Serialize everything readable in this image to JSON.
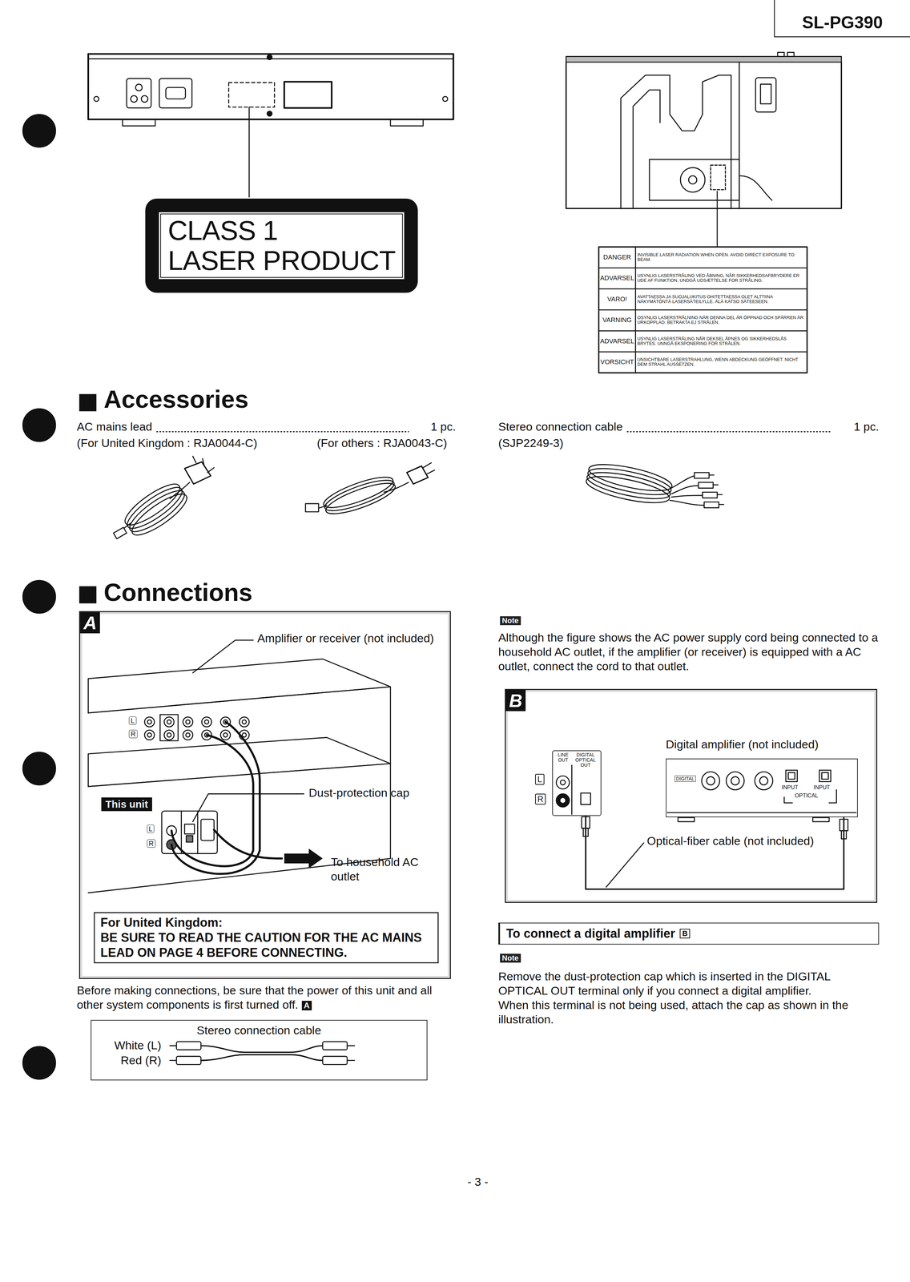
{
  "diagram": {
    "nodes": [
      {
        "text": [
          "CLASS 1",
          "LASER PRODUCT"
        ]
      },
      {
        "text": [
          "A"
        ]
      },
      {
        "text": [
          "This unit"
        ],
        "in": 1
      },
      {
        "text": [
          "For United Kingdom:",
          "BE SURE TO READ THE CAUTION FOR THE AC MAINS LEAD ON PAGE 4 BEFORE CONNECTING."
        ],
        "in": 1
      },
      {
        "text": [
          "Stereo connection cable",
          "White (L)",
          "Red (R)"
        ]
      },
      {
        "text": [
          "B"
        ]
      },
      {
        "text": [
          "LINE OUT",
          "DIGITAL OPTICAL OUT"
        ],
        "in": 5
      },
      {
        "text": [
          "DIGITAL",
          "INPUT",
          "INPUT",
          "OPTICAL"
        ],
        "in": 5
      },
      {
        "text": [
          "To connect a digital amplifier",
          "B"
        ]
      }
    ],
    "edges": [
      {
        "from": 6,
        "to": 7,
        "arrow": "none"
      }
    ],
    "labels": [
      "SL-PG390",
      "DANGER",
      "INVISIBLE LASER RADIATION WHEN OPEN. AVOID DIRECT EXPOSURE TO BEAM.",
      "ADVARSEL",
      "USYNLIG LASERSTRÅLING VED ÅBNING, NÅR SIKKERHEDSAFBRYDERE ER UDE AF FUNKTION. UNDGÅ UDSÆTTELSE FOR STRÅLING.",
      "VARO!",
      "AVATTAESSA JA SUOJALUKITUS OHITETTAESSA OLET ALTTIINA NÄKYMÄTÖNTÄ LASERSÄTEILYLLE. ÄLÄ KATSO SÄTEESEEN.",
      "VARNING",
      "OSYNLIG LASERSTRÅLNING NÄR DENNA DEL ÄR ÖPPNAD OCH SPÄRREN ÄR URKOPPLAD. BETRAKTA EJ STRÅLEN.",
      "ADVARSEL",
      "USYNLIG LASERSTRÅLING NÅR DEKSEL ÅPNES OG SIKKERHEDSLÅS BRYTES. UNNGÅ EKSPONERING FOR STRÅLEN.",
      "VORSICHT",
      "UNSICHTBARE LASERSTRAHLUNG, WENN ABDECKUNG GEÖFFNET. NICHT DEM STRAHL AUSSETZEN.",
      "Accessories",
      "AC mains lead",
      "1 pc.",
      "(For United Kingdom : RJA0044-C)",
      "(For others : RJA0043-C)",
      "Stereo connection cable",
      "1 pc.",
      "(SJP2249-3)",
      "Connections",
      "Amplifier or receiver (not included)",
      "L",
      "R",
      "Dust-protection cap",
      "L",
      "R",
      "To household AC outlet",
      "Before making connections, be sure that the power of this unit and all other system components is first turned off.",
      "A",
      "Note",
      "Although the figure shows the AC power supply cord being connected to a household AC outlet, if the amplifier (or receiver) is equipped with a AC outlet, connect the cord to that outlet.",
      "Digital amplifier (not included)",
      "L",
      "R",
      "Optical-fiber cable (not included)",
      "Note",
      "Remove the dust-protection cap which is inserted in the DIGITAL OPTICAL OUT terminal only if you connect a digital amplifier.",
      "When this terminal is not being used, attach the cap as shown in the illustration.",
      "- 3 -"
    ]
  }
}
